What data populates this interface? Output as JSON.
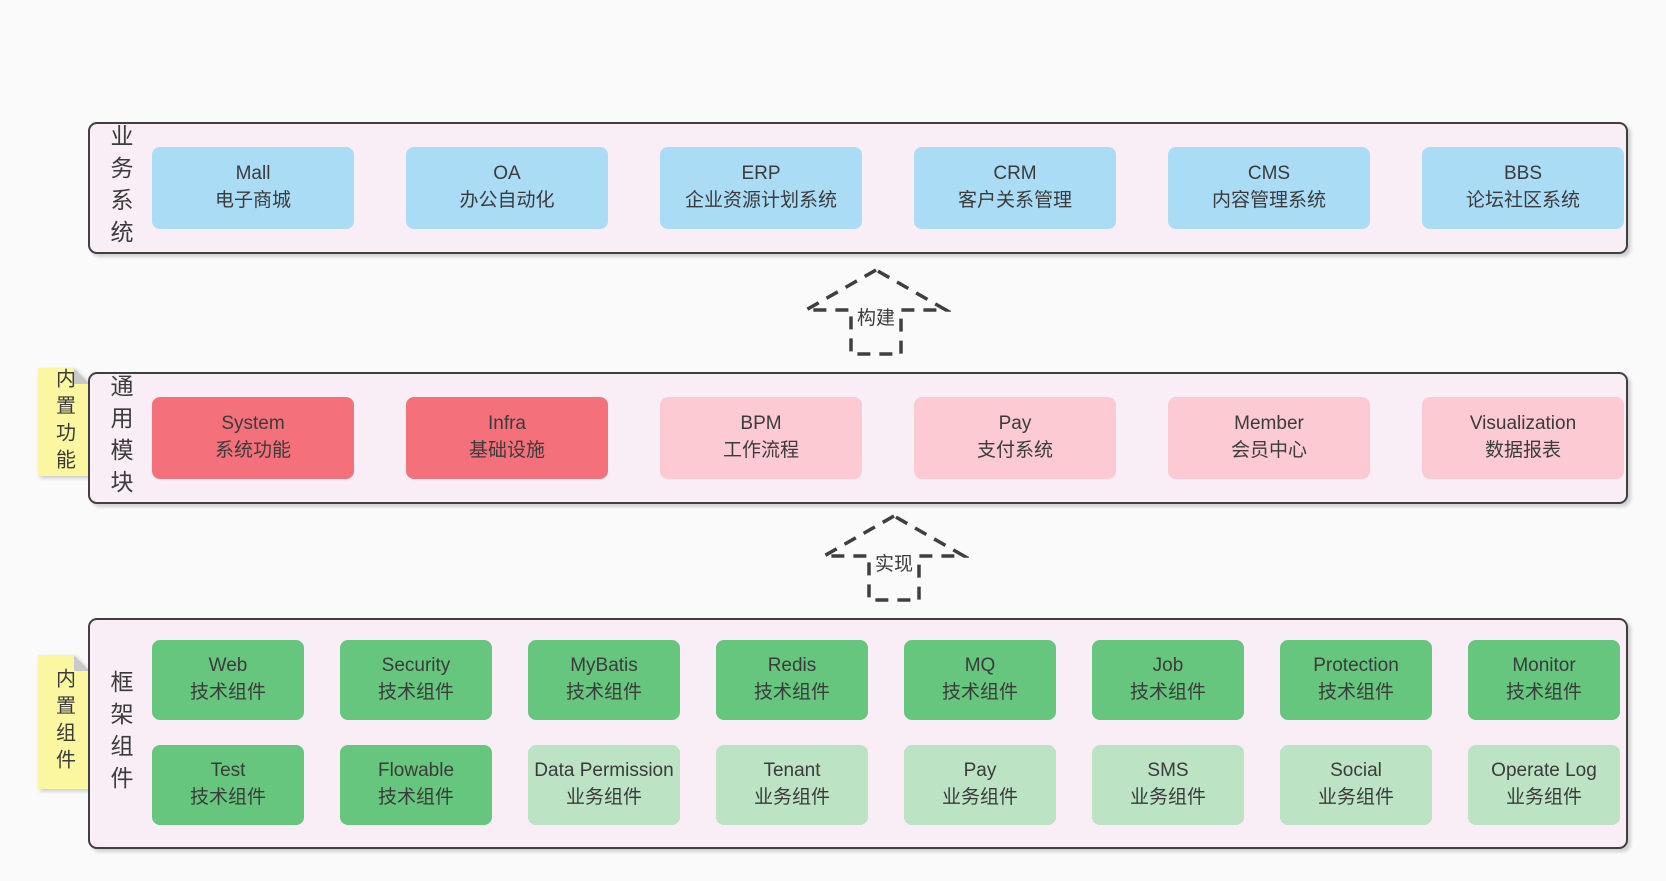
{
  "diagram": {
    "type": "layered-architecture",
    "colors": {
      "page_bg": "#fafafa",
      "container_fill": "#f9edf6",
      "container_border": "#404040",
      "blue_box": "#aadcf6",
      "red_box": "#f4717b",
      "pink_box": "#fbcad2",
      "green_box": "#66c67d",
      "light_green_box": "#bbe3c4",
      "yellow_tag": "#fbf7a1",
      "tag_fold": "#c9c9c9",
      "text": "#3b3b3b",
      "arrow_stroke": "#3f3f3f"
    }
  },
  "business": {
    "label": "业务系统",
    "boxes": [
      {
        "name": "Mall",
        "desc": "电子商城",
        "variant": "blue"
      },
      {
        "name": "OA",
        "desc": "办公自动化",
        "variant": "blue"
      },
      {
        "name": "ERP",
        "desc": "企业资源计划系统",
        "variant": "blue"
      },
      {
        "name": "CRM",
        "desc": "客户关系管理",
        "variant": "blue"
      },
      {
        "name": "CMS",
        "desc": "内容管理系统",
        "variant": "blue"
      },
      {
        "name": "BBS",
        "desc": "论坛社区系统",
        "variant": "blue"
      }
    ]
  },
  "arrow_build": {
    "label": "构建"
  },
  "common": {
    "label": "通用模块",
    "tag": "内置功能",
    "boxes": [
      {
        "name": "System",
        "desc": "系统功能",
        "variant": "red"
      },
      {
        "name": "Infra",
        "desc": "基础设施",
        "variant": "red"
      },
      {
        "name": "BPM",
        "desc": "工作流程",
        "variant": "pink"
      },
      {
        "name": "Pay",
        "desc": "支付系统",
        "variant": "pink"
      },
      {
        "name": "Member",
        "desc": "会员中心",
        "variant": "pink"
      },
      {
        "name": "Visualization",
        "desc": "数据报表",
        "variant": "pink"
      }
    ]
  },
  "arrow_implement": {
    "label": "实现"
  },
  "framework": {
    "label": "框架组件",
    "tag": "内置组件",
    "row1": [
      {
        "name": "Web",
        "desc": "技术组件",
        "variant": "green"
      },
      {
        "name": "Security",
        "desc": "技术组件",
        "variant": "green"
      },
      {
        "name": "MyBatis",
        "desc": "技术组件",
        "variant": "green"
      },
      {
        "name": "Redis",
        "desc": "技术组件",
        "variant": "green"
      },
      {
        "name": "MQ",
        "desc": "技术组件",
        "variant": "green"
      },
      {
        "name": "Job",
        "desc": "技术组件",
        "variant": "green"
      },
      {
        "name": "Protection",
        "desc": "技术组件",
        "variant": "green"
      },
      {
        "name": "Monitor",
        "desc": "技术组件",
        "variant": "green"
      }
    ],
    "row2": [
      {
        "name": "Test",
        "desc": "技术组件",
        "variant": "green"
      },
      {
        "name": "Flowable",
        "desc": "技术组件",
        "variant": "green"
      },
      {
        "name": "Data Permission",
        "desc": "业务组件",
        "variant": "light-green"
      },
      {
        "name": "Tenant",
        "desc": "业务组件",
        "variant": "light-green"
      },
      {
        "name": "Pay",
        "desc": "业务组件",
        "variant": "light-green"
      },
      {
        "name": "SMS",
        "desc": "业务组件",
        "variant": "light-green"
      },
      {
        "name": "Social",
        "desc": "业务组件",
        "variant": "light-green"
      },
      {
        "name": "Operate Log",
        "desc": "业务组件",
        "variant": "light-green"
      }
    ]
  }
}
